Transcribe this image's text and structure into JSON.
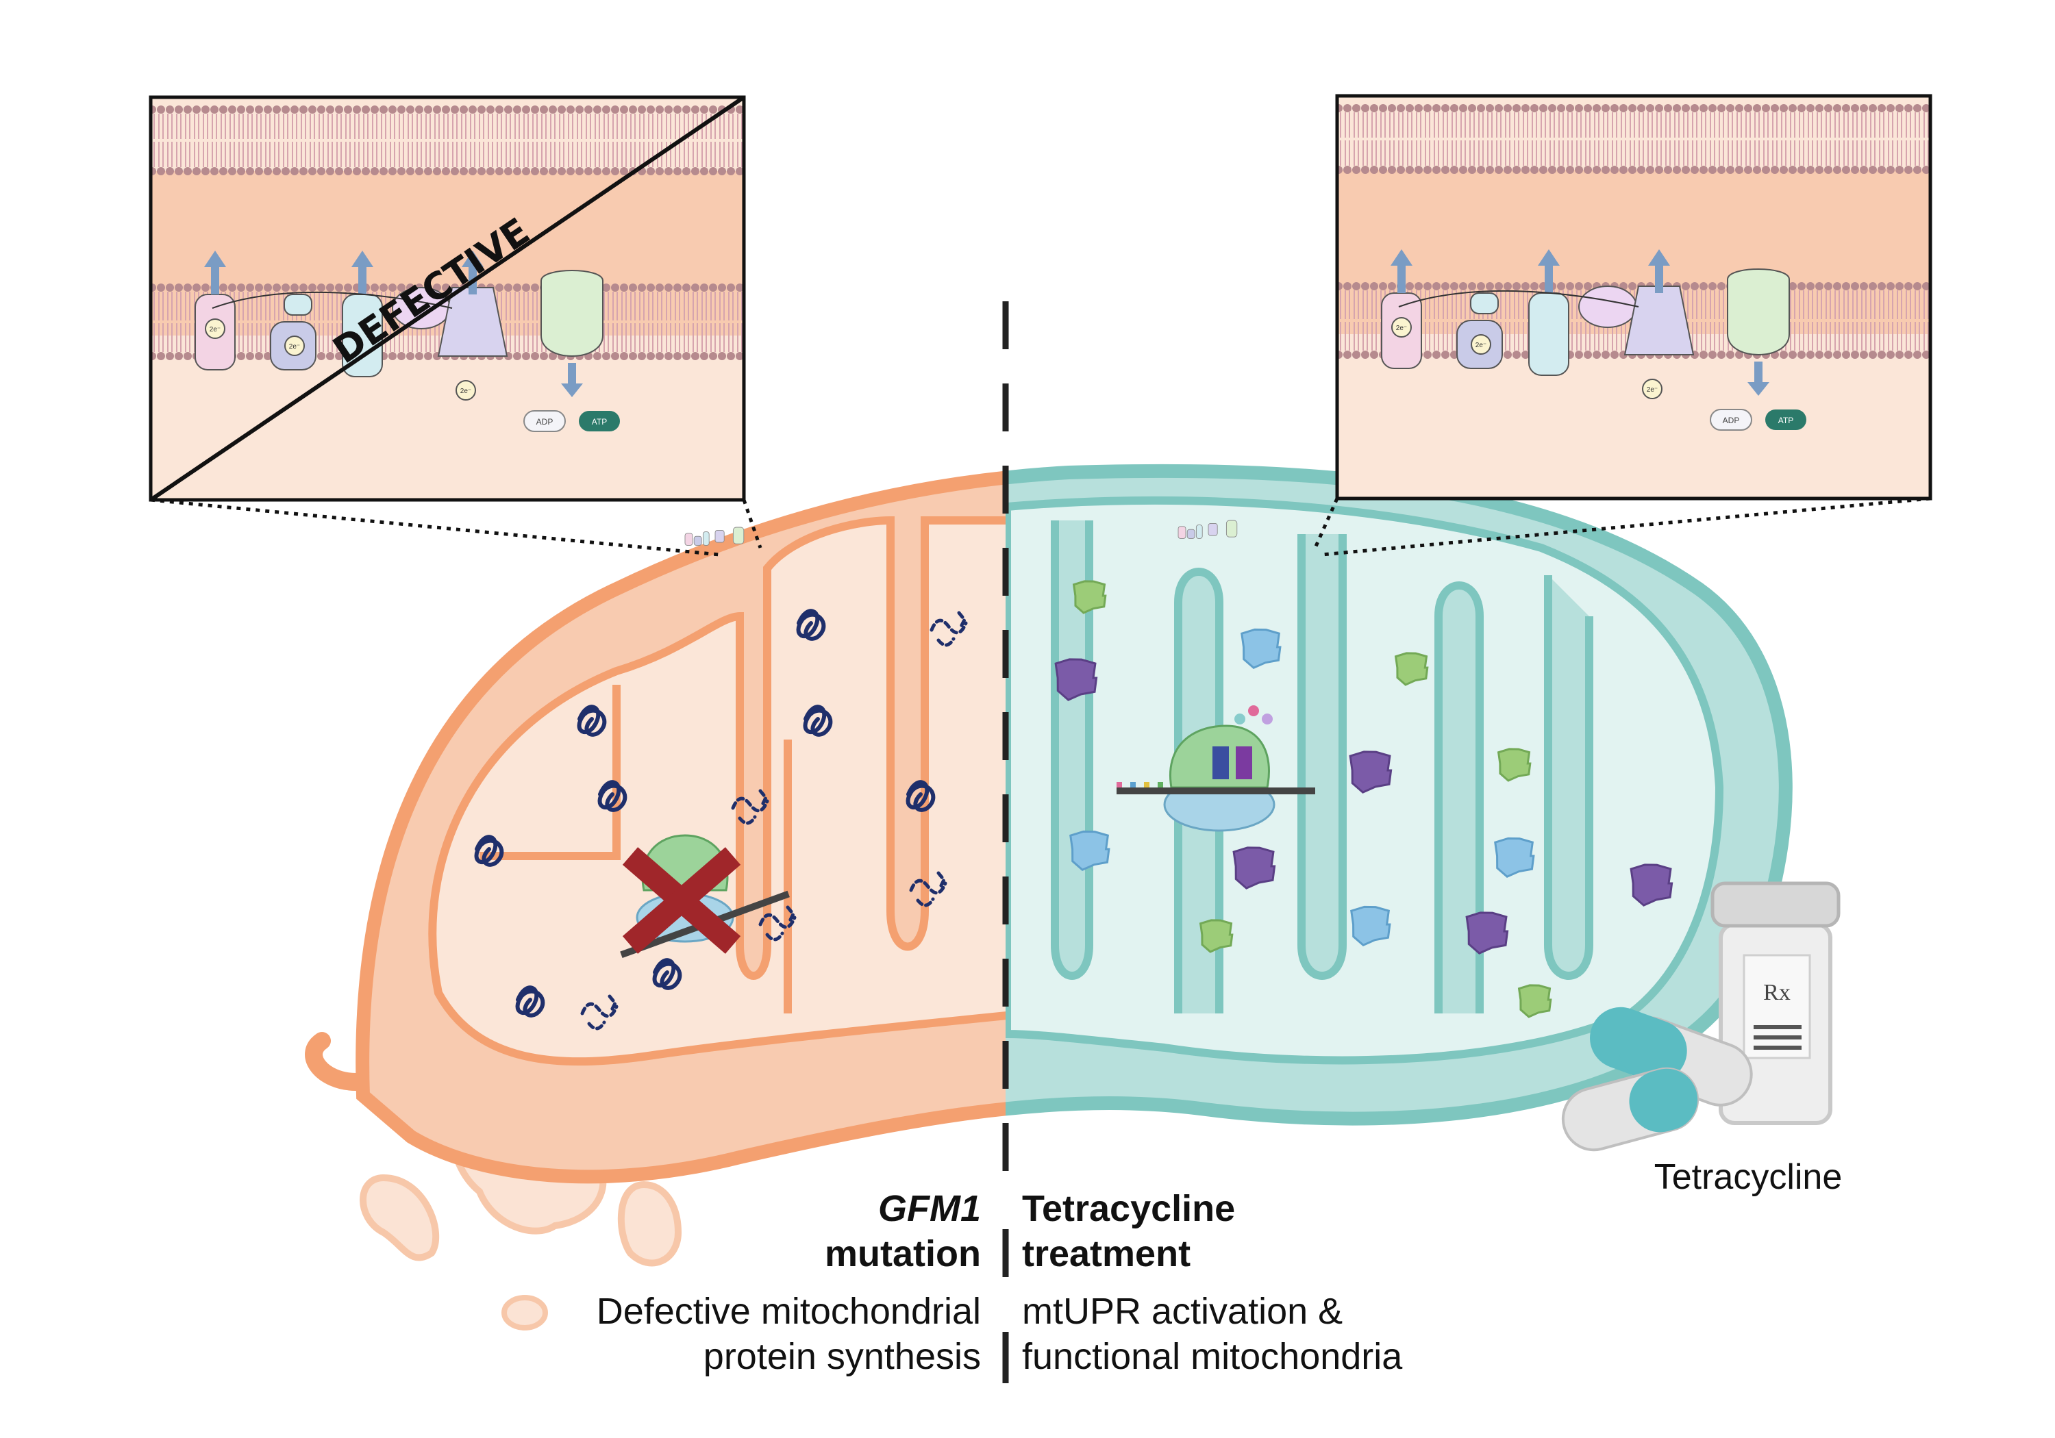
{
  "colors": {
    "mutant_outer": "#f4a070",
    "mutant_fill": "#f8cbb0",
    "mutant_matrix": "#fbe6d8",
    "treated_outer": "#7ec6bf",
    "treated_fill": "#b7e0dc",
    "treated_matrix": "#e2f3f1",
    "cross": "#a0262a",
    "protein_dark": "#1f2f6b"
  },
  "inset_left": {
    "overlay_text": "DEFECTIVE",
    "electron_label": "2e⁻",
    "adp": "ADP",
    "atp": "ATP"
  },
  "inset_right": {
    "electron_label": "2e⁻",
    "adp": "ADP",
    "atp": "ATP"
  },
  "pill_bottle": {
    "rx": "Rx",
    "caption": "Tetracycline"
  },
  "labels": {
    "left_gene": "GFM1",
    "left_title": "mutation",
    "left_desc_1": "Defective mitochondrial",
    "left_desc_2": "protein synthesis",
    "right_title_1": "Tetracycline",
    "right_title_2": "treatment",
    "right_desc_1": "mtUPR activation &",
    "right_desc_2": "functional mitochondria"
  }
}
